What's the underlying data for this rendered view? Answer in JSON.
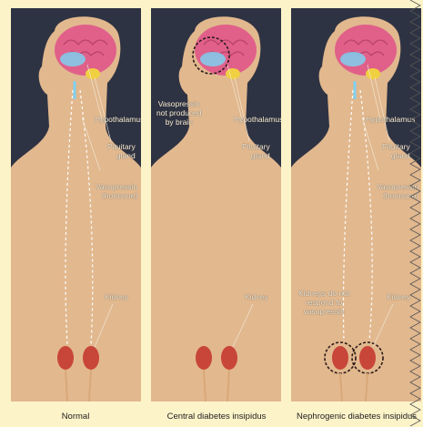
{
  "panels": [
    {
      "id": "normal",
      "caption": "Normal",
      "labels": {
        "hypothalamus": "Hypothalamus",
        "pituitary": "Pituitary\ngland",
        "vasopressin": "Vasopressin\n(hormone)",
        "kidney": "Kidney"
      }
    },
    {
      "id": "central",
      "caption": "Central diabetes insipidus",
      "labels": {
        "note": "Vasopressin\nnot produced\nby brain",
        "hypothalamus": "Hypothalamus",
        "pituitary": "Pituitary\ngland",
        "kidney": "Kidney"
      }
    },
    {
      "id": "nephrogenic",
      "caption": "Nephrogenic diabetes insipidus",
      "labels": {
        "hypothalamus": "Hypothalamus",
        "pituitary": "Pituitary\ngland",
        "vasopressin": "Vasopressin\n(hormone)",
        "note": "Kidneys do not\nrespond to\nvasopressin",
        "kidney": "Kidney"
      }
    }
  ],
  "colors": {
    "background": "#fdf3c9",
    "panel": "#2e3343",
    "skin": "#e2b88e",
    "brain": "#e0608a",
    "kidney": "#c8453a",
    "highlight": "#7fd0f0"
  }
}
